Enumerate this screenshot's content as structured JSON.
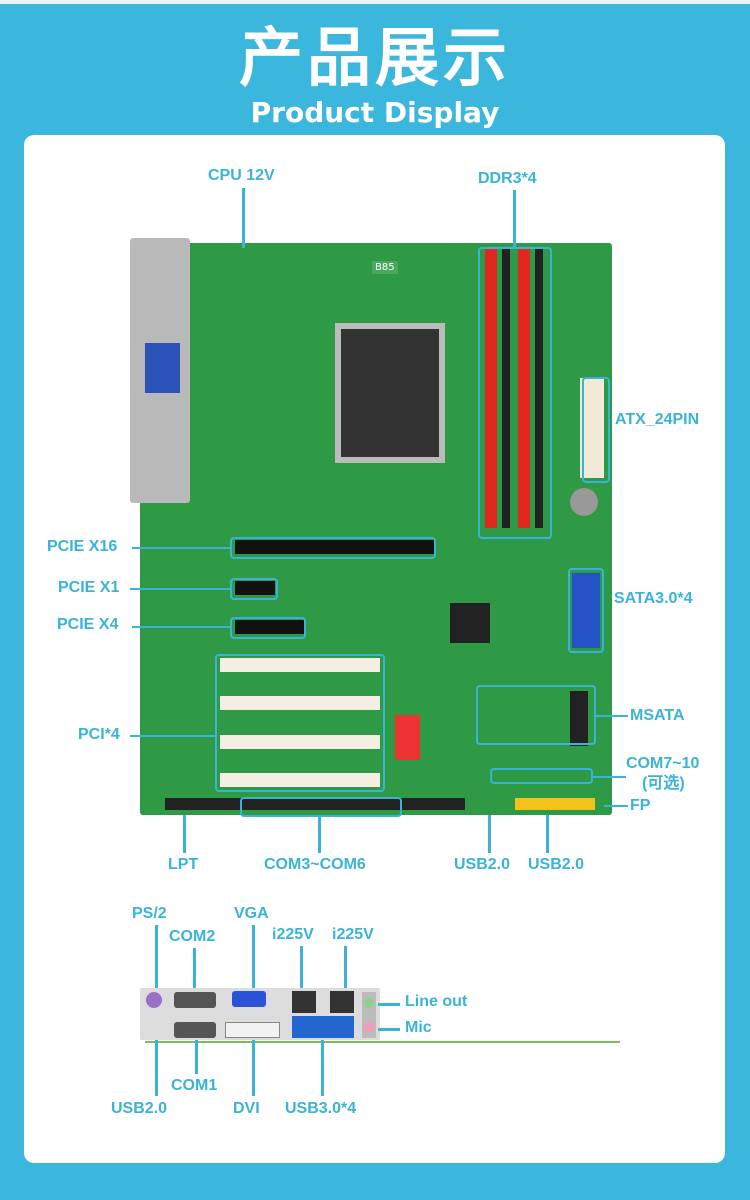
{
  "header": {
    "title": "产品展示",
    "subtitle": "Product Display"
  },
  "board_labels": {
    "cpu12v": "CPU 12V",
    "ddr3": "DDR3*4",
    "atx": "ATX_24PIN",
    "pcie16": "PCIE X16",
    "pcie1": "PCIE X1",
    "pcie4": "PCIE X4",
    "sata": "SATA3.0*4",
    "msata": "MSATA",
    "pci": "PCI*4",
    "com710": "COM7~10",
    "com710_note": "(可选)",
    "fp": "FP",
    "lpt": "LPT",
    "com36": "COM3~COM6",
    "usb20_a": "USB2.0",
    "usb20_b": "USB2.0"
  },
  "io_labels": {
    "ps2": "PS/2",
    "com2": "COM2",
    "vga": "VGA",
    "lan1": "i225V",
    "lan2": "i225V",
    "lineout": "Line out",
    "mic": "Mic",
    "usb20": "USB2.0",
    "com1": "COM1",
    "dvi": "DVI",
    "usb30": "USB3.0*4"
  },
  "board_marking": "B85",
  "colors": {
    "accent": "#3bb3d8",
    "pcb": "#2f9a45",
    "dimm": "#e0281e"
  }
}
